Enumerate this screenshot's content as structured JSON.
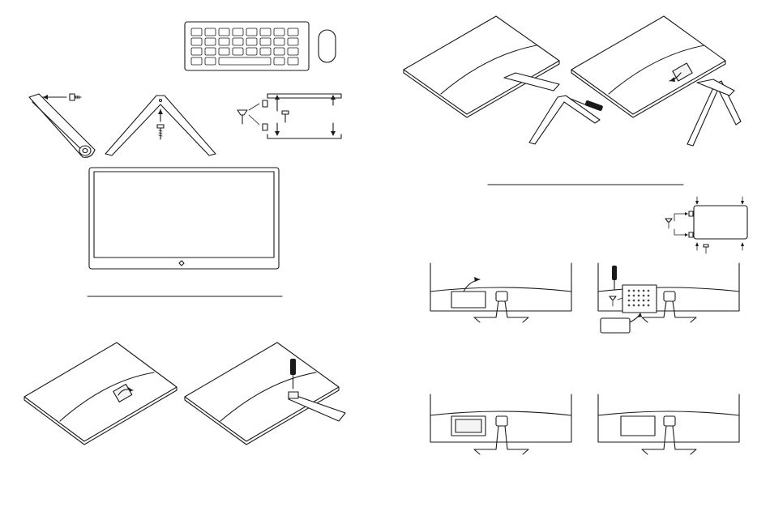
{
  "figure": {
    "panels": [
      {
        "id": "accessories",
        "items": [
          "keyboard",
          "mouse",
          "stand-neck",
          "stand-base",
          "screws",
          "vesa-bracket"
        ]
      },
      {
        "id": "monitor-front"
      },
      {
        "id": "remove-cover-and-attach-neck"
      },
      {
        "id": "attach-base"
      },
      {
        "id": "wall-mount-bracket"
      },
      {
        "id": "vesa-steps"
      }
    ],
    "colors": {
      "line": "#1a1a1a",
      "background": "#ffffff",
      "fill": "#ffffff"
    }
  }
}
